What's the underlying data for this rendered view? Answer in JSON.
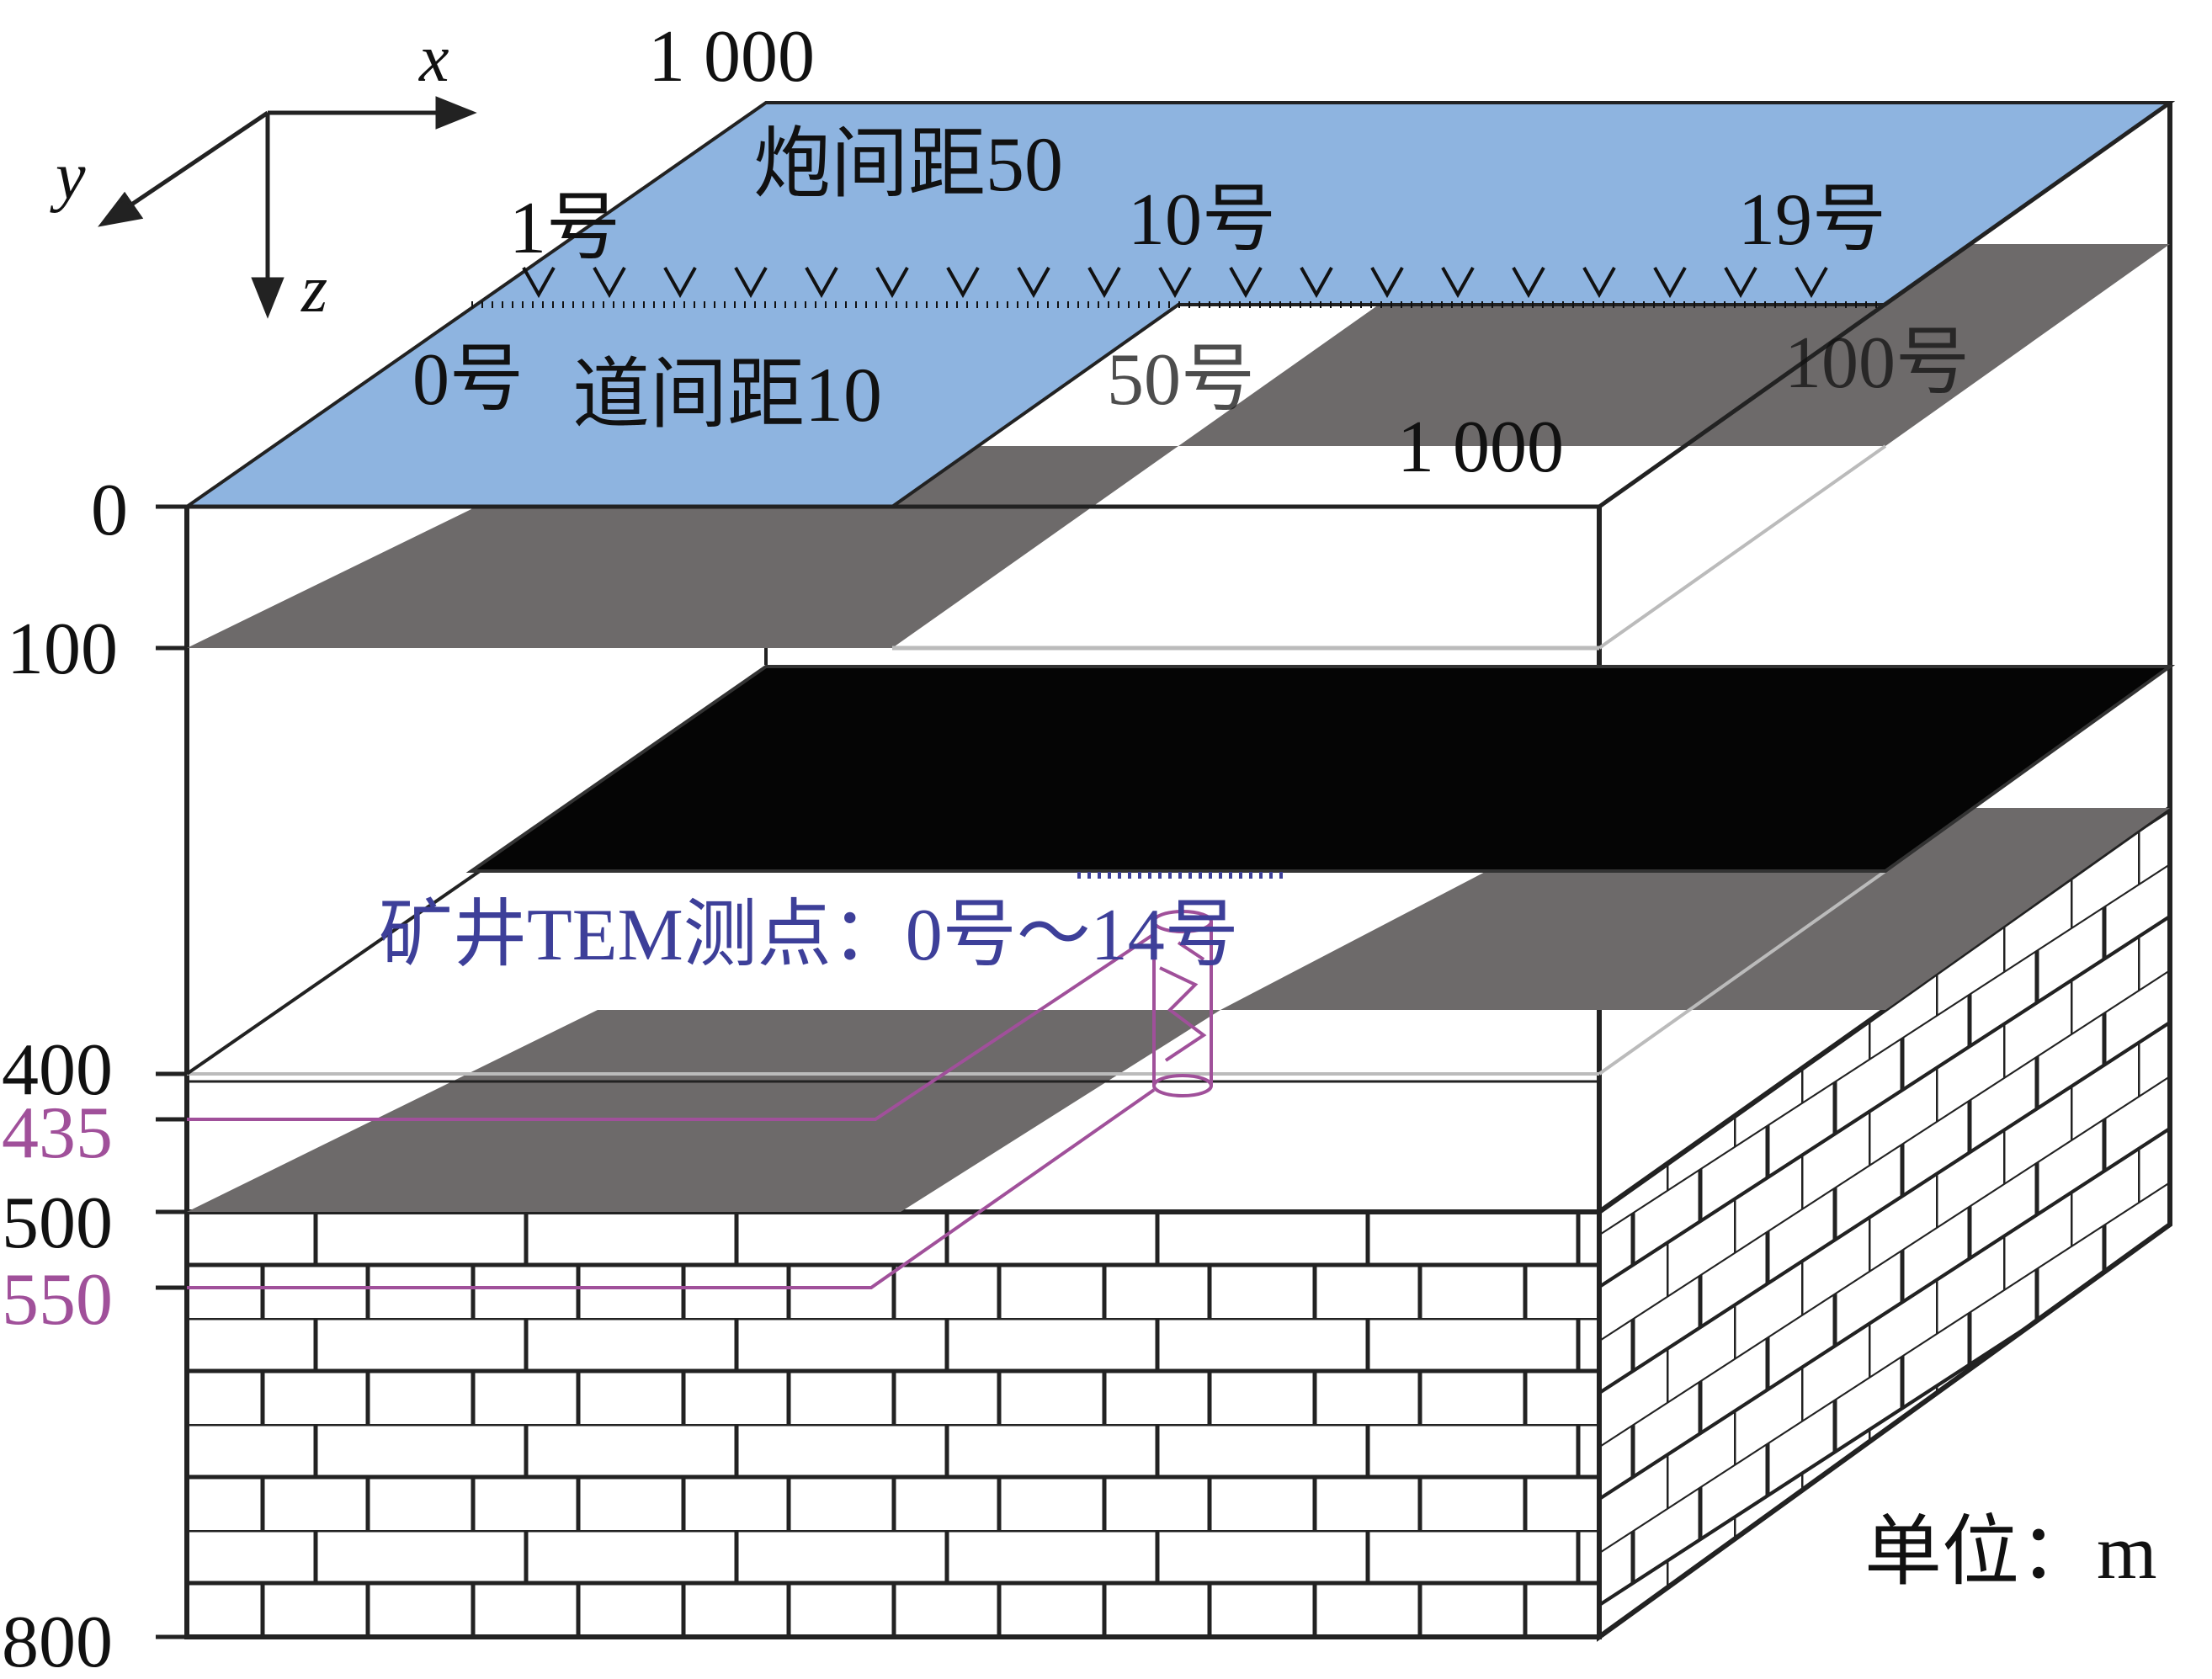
{
  "axes": {
    "x": "x",
    "y": "y",
    "z": "z"
  },
  "top_dims": {
    "x_length": "1 000",
    "y_length": "1 000"
  },
  "seismic": {
    "shot_spacing": "炮间距50",
    "trace_spacing": "道间距10",
    "shot_first": "1号",
    "shot_mid": "10号",
    "shot_last": "19号",
    "trace_first": "0号",
    "trace_mid": "50号",
    "trace_last": "100号"
  },
  "tem": {
    "label": "矿井TEM测点：0号～14号"
  },
  "depths": {
    "d0": "0",
    "d100": "100",
    "d400": "400",
    "d435": "435",
    "d500": "500",
    "d550": "550",
    "d800": "800"
  },
  "unit": "单位：m",
  "colors": {
    "surface": "#8eb4e0",
    "gray_layer": "#6d6a6a",
    "coal_layer": "#050505",
    "brick": "#222222",
    "mine_marker": "#a0509a",
    "tem_points": "#3d3f99"
  }
}
